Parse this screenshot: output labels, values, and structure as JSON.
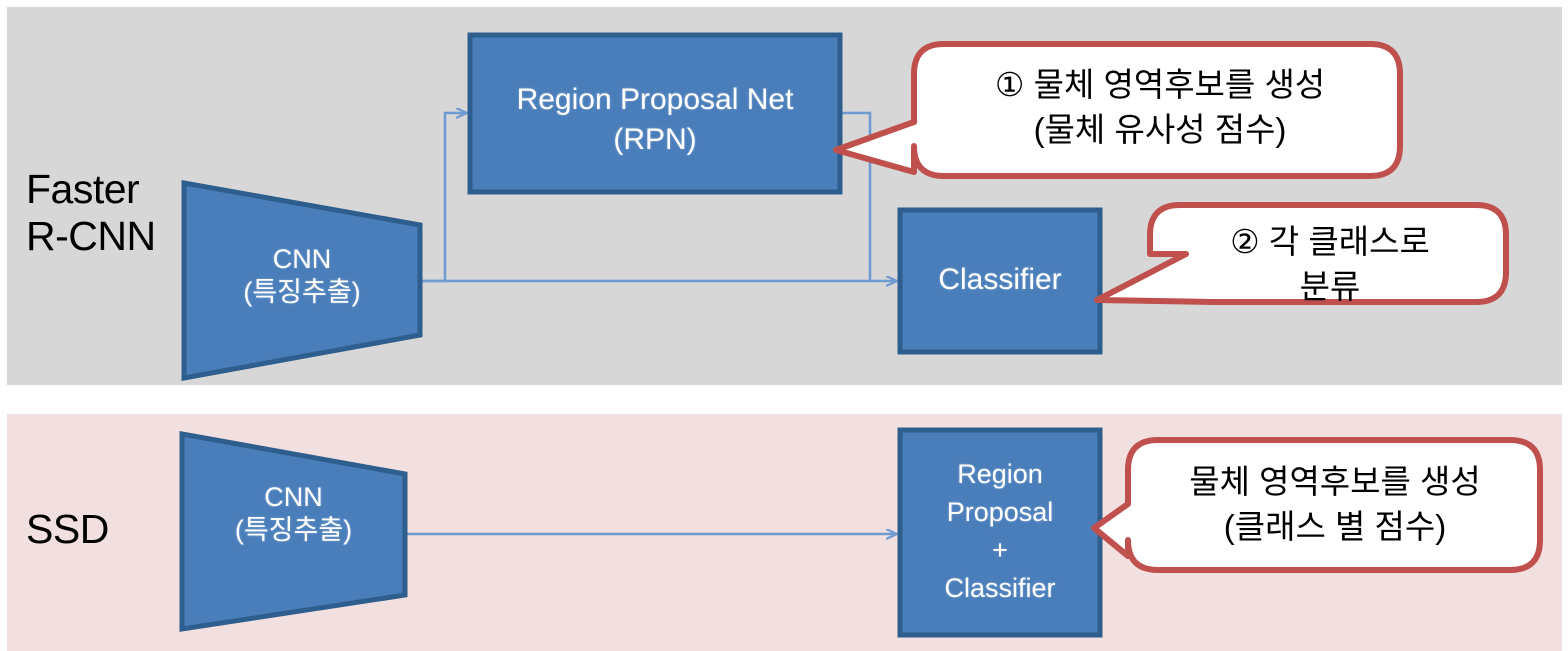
{
  "diagram": {
    "title": "Faster R-CNN vs SSD object detection architecture comparison",
    "colors": {
      "panel_faster_bg": "#d7d7d7",
      "panel_ssd_bg": "#f2dfdf",
      "node_fill": "#4a7ebb",
      "node_border": "#2e5e8e",
      "connector": "#6f9bd1",
      "callout_border": "#c0504d",
      "callout_fill": "#ffffff",
      "node_text": "#ffffff",
      "label_text": "#000000"
    }
  },
  "rows": [
    {
      "id": "faster-rcnn",
      "label": "Faster\nR-CNN",
      "nodes": [
        {
          "id": "cnn-faster",
          "shape": "trapezoid",
          "label": "CNN\n(특징추출)"
        },
        {
          "id": "rpn",
          "shape": "rect",
          "label": "Region Proposal Net\n(RPN)"
        },
        {
          "id": "classifier",
          "shape": "rect",
          "label": "Classifier"
        }
      ],
      "callouts": [
        {
          "id": "callout-1",
          "marker": "①",
          "label": "① 물체 영역후보를 생성\n(물체 유사성 점수)",
          "points_to": "rpn"
        },
        {
          "id": "callout-2",
          "marker": "②",
          "label": "② 각 클래스로\n분류",
          "points_to": "classifier"
        }
      ]
    },
    {
      "id": "ssd",
      "label": "SSD",
      "nodes": [
        {
          "id": "cnn-ssd",
          "shape": "trapezoid",
          "label": "CNN\n(특징추출)"
        },
        {
          "id": "region-proposal-classifier",
          "shape": "rect",
          "label": "Region\nProposal\n+\nClassifier"
        }
      ],
      "callouts": [
        {
          "id": "callout-3",
          "marker": "",
          "label": "물체 영역후보를 생성\n(클래스 별 점수)",
          "points_to": "region-proposal-classifier"
        }
      ]
    }
  ]
}
